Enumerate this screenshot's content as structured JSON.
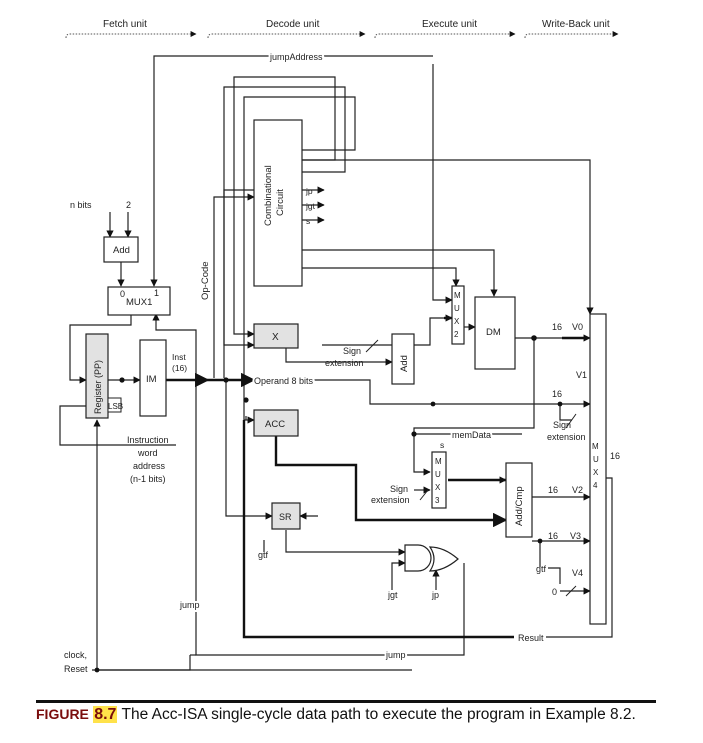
{
  "stages": {
    "fetch": "Fetch unit",
    "decode": "Decode unit",
    "execute": "Execute unit",
    "writeback": "Write-Back unit"
  },
  "blocks": {
    "add": "Add",
    "mux1": "MUX1",
    "mux1_in0": "0",
    "mux1_in1": "1",
    "register_pp": "Register (PP)",
    "lsb": "LSB",
    "im": "IM",
    "opcode": "Op-Code",
    "combinational_line1": "Combinational",
    "combinational_line2": "Circuit",
    "x": "X",
    "acc": "ACC",
    "sr": "SR",
    "add_exec": "Add",
    "mux2": [
      "M",
      "U",
      "X",
      "2"
    ],
    "mux3": [
      "M",
      "U",
      "X",
      "3"
    ],
    "mux4": [
      "M",
      "U",
      "X",
      "4"
    ],
    "dm": "DM",
    "addcmp": "Add/Cmp"
  },
  "labels": {
    "n_bits": "n bits",
    "two": "2",
    "jump_address": "jumpAddress",
    "inst": "Inst",
    "inst16": "(16)",
    "operand": "Operand 8 bits",
    "sign": "Sign",
    "extension": "extension",
    "sign2": "Sign",
    "extension2": "extension",
    "sign3": "Sign",
    "extension3": "extension",
    "jp": "jp",
    "jgt": "jgt",
    "s": "s",
    "s_mux3": "s",
    "mem_data": "memData",
    "v0": "V0",
    "v1": "V1",
    "v2": "V2",
    "v3": "V3",
    "v4": "V4",
    "w16_v0": "16",
    "w16_v1": "16",
    "w16_v2": "16",
    "w16_v3": "16",
    "w16_out": "16",
    "zero": "0",
    "gtf_sr": "gtf",
    "gtf_exec": "gtf",
    "jgt_gate": "jgt",
    "jp_gate": "jp",
    "jump_left": "jump",
    "jump_bottom": "jump",
    "result": "Result",
    "instruction_line1": "Instruction",
    "instruction_line2": "word",
    "instruction_line3": "address",
    "instruction_line4": "(n-1 bits)",
    "clock": "clock,",
    "reset": "Reset"
  },
  "caption": {
    "label": "Figure",
    "number": "8.7",
    "text": "The Acc-ISA single-cycle data path to execute the program in Example 8.2."
  }
}
